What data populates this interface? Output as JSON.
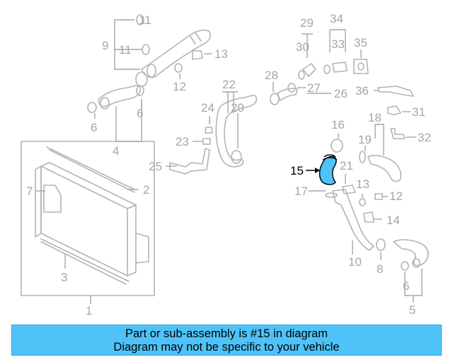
{
  "diagram": {
    "callouts": [
      "1",
      "2",
      "3",
      "4",
      "5",
      "6",
      "6",
      "6",
      "7",
      "8",
      "9",
      "10",
      "11",
      "11",
      "12",
      "12",
      "13",
      "13",
      "14",
      "15",
      "16",
      "17",
      "18",
      "19",
      "20",
      "21",
      "22",
      "23",
      "24",
      "25",
      "26",
      "27",
      "28",
      "29",
      "30",
      "31",
      "32",
      "33",
      "34",
      "35",
      "36"
    ],
    "highlighted_part": "15",
    "highlight_color": "#4fc3f7"
  },
  "banner": {
    "line1": "Part or sub-assembly is #15 in diagram",
    "line2": "Diagram may not be specific to your vehicle",
    "background": "#4fc3f7"
  }
}
